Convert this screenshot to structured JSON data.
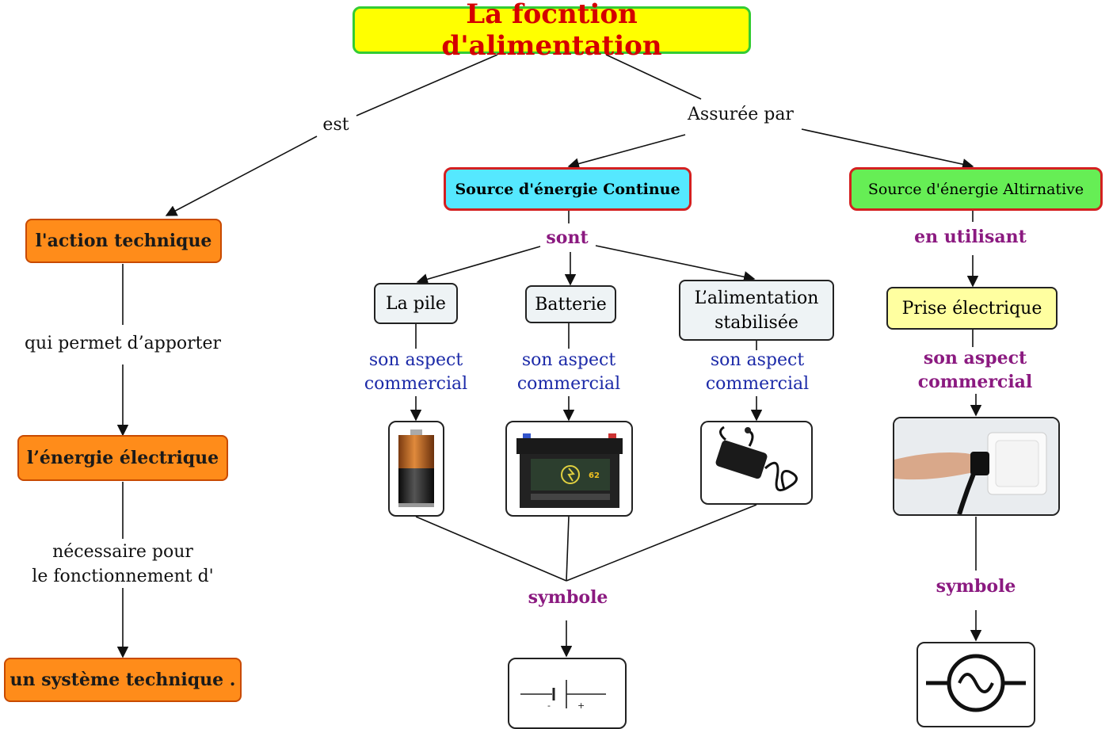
{
  "title": "La focntion d'alimentation",
  "links": {
    "est": "est",
    "assuree_par": "Assurée par",
    "sont": "sont",
    "en_utilisant": "en utilisant",
    "qui_permet": "qui permet d’apporter",
    "necessaire_l1": "nécessaire pour",
    "necessaire_l2": "le fonctionnement d'",
    "son_aspect": "son aspect",
    "commercial": "commercial",
    "symbole": "symbole"
  },
  "left_chain": {
    "action": "l'action technique",
    "energie": "l’énergie électrique",
    "systeme": "un système technique ."
  },
  "sources": {
    "continue": "Source d'énergie Continue",
    "alternative": "Source d'énergie Altirnative"
  },
  "items": {
    "pile": "La pile",
    "batterie": "Batterie",
    "alim_l1": "L’alimentation",
    "alim_l2": "stabilisée",
    "prise": "Prise électrique"
  },
  "battery_label": "62",
  "symbol_dc": {
    "minus": "-",
    "plus": "+"
  },
  "colors": {
    "title_bg": "#ffff00",
    "title_text": "#d40000",
    "title_border": "#33cc33",
    "orange": "#ff8c1a",
    "cyan": "#55e8ff",
    "green": "#66ee55",
    "red_border": "#d42020",
    "purple_text": "#8b1a80",
    "blue_text": "#1c2aa8"
  }
}
